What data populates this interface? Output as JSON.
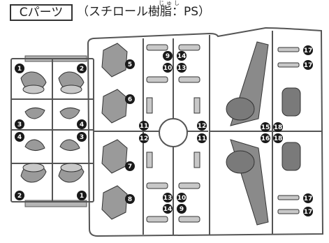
{
  "header": {
    "part_label": "Cパーツ",
    "material": "（スチロール樹脂：PS）",
    "ruby": "じゅし"
  },
  "colors": {
    "frame": "#555555",
    "part_fill": "#9a9a9a",
    "part_light": "#c8c8c8",
    "marker": "#1a1a1a"
  },
  "markers": {
    "m1a": "1",
    "m1b": "1",
    "m2a": "2",
    "m2b": "2",
    "m3a": "3",
    "m3b": "3",
    "m4a": "4",
    "m4b": "4",
    "m5": "5",
    "m6": "6",
    "m7": "7",
    "m8": "8",
    "m9a": "9",
    "m9b": "9",
    "m10a": "10",
    "m10b": "10",
    "m11a": "11",
    "m11b": "11",
    "m12a": "12",
    "m12b": "12",
    "m13a": "13",
    "m13b": "13",
    "m14a": "14",
    "m14b": "14",
    "m15": "15",
    "m16": "16",
    "m17a": "17",
    "m17b": "17",
    "m17c": "17",
    "m17d": "17",
    "m18a": "18",
    "m18b": "18"
  }
}
